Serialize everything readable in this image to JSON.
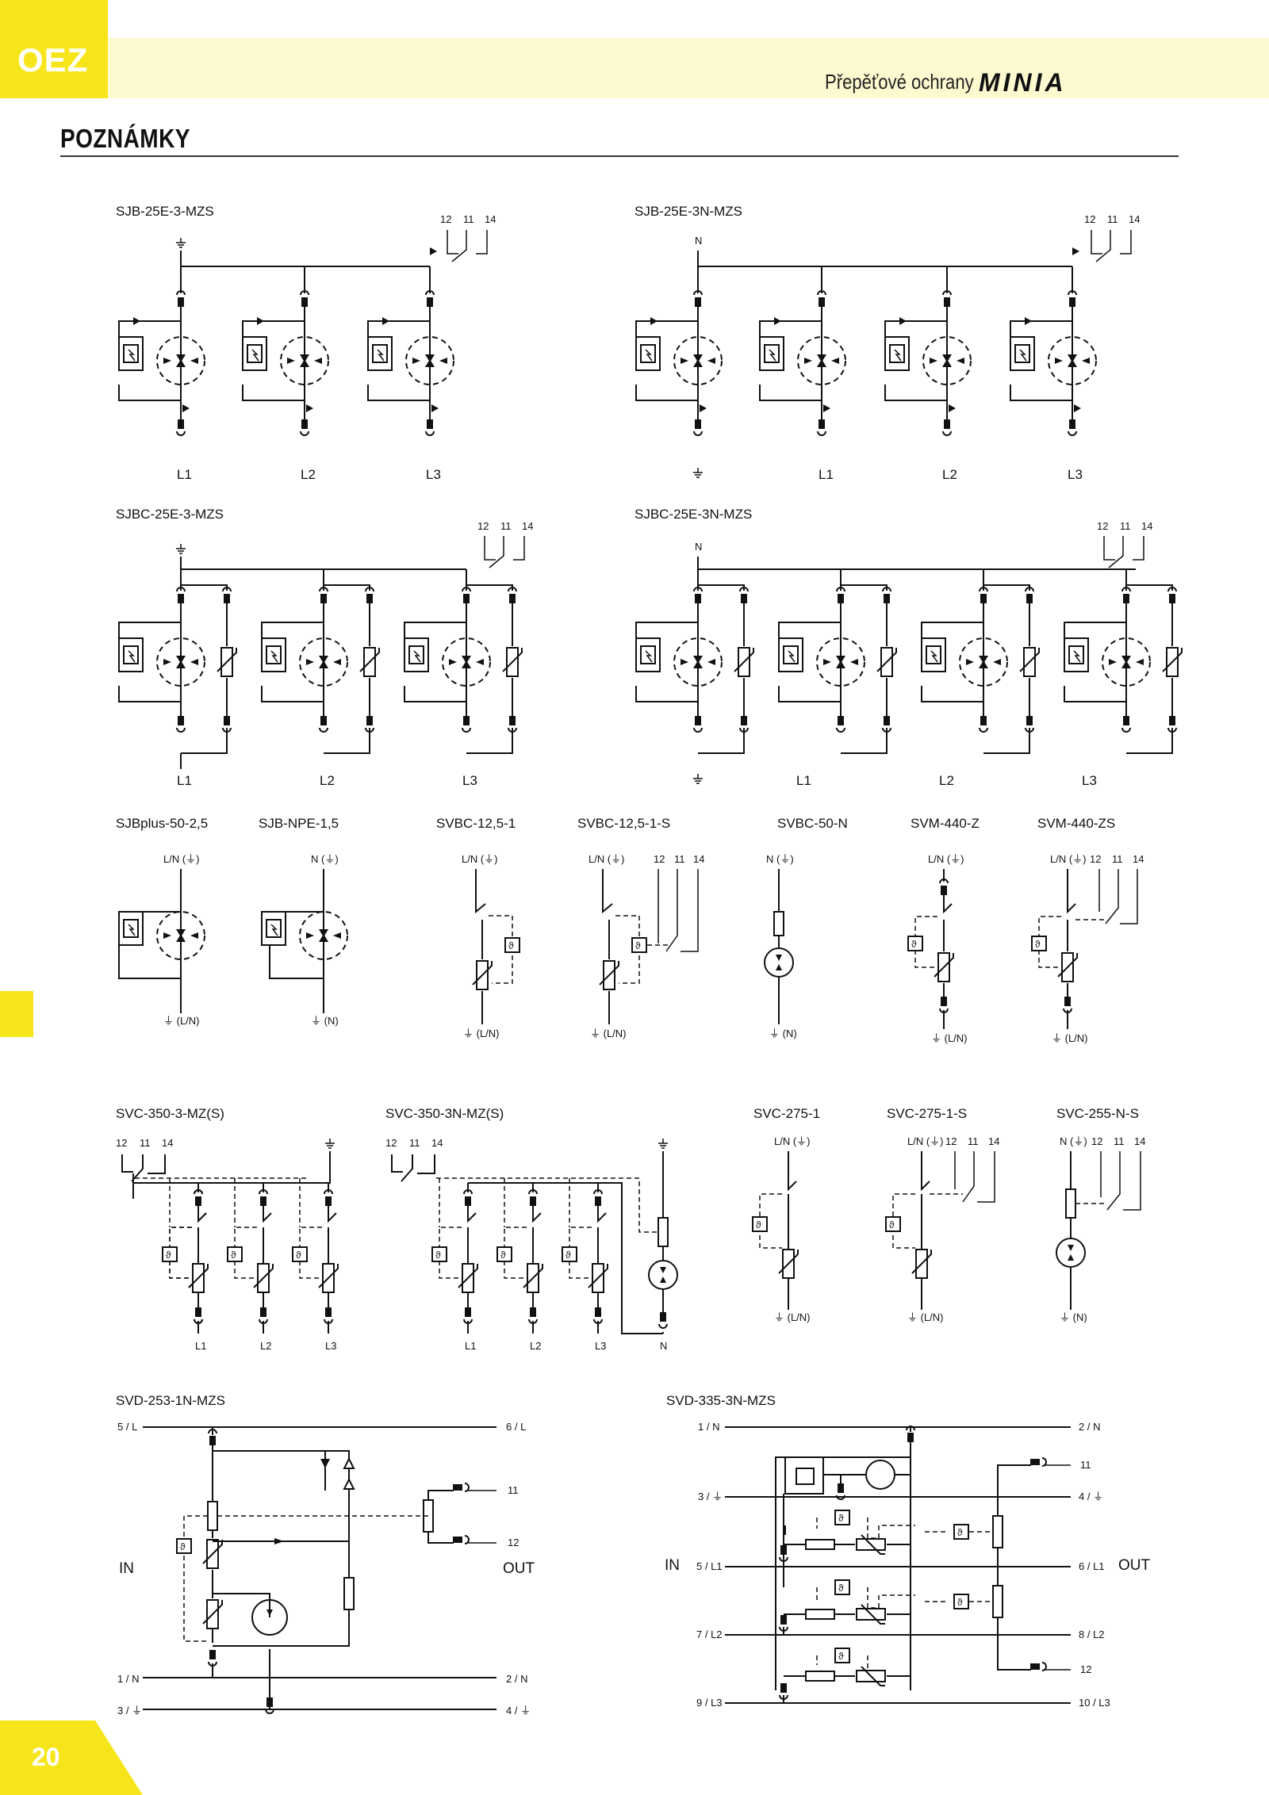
{
  "header": {
    "logo": "OEZ",
    "title": "Přepěťové ochrany",
    "brand": "MINIA",
    "accent_color": "#f7e51c"
  },
  "page": {
    "title": "POZNÁMKY",
    "number": "20"
  },
  "diagrams": {
    "sjb_25e_3": {
      "name": "SJB-25E-3-MZS",
      "contacts": [
        "12",
        "11",
        "14"
      ],
      "pe": "⏚",
      "phases": [
        "L1",
        "L2",
        "L3"
      ]
    },
    "sjb_25e_3n": {
      "name": "SJB-25E-3N-MZS",
      "contacts": [
        "12",
        "11",
        "14"
      ],
      "n": "N",
      "bottom": [
        "⏚",
        "L1",
        "L2",
        "L3"
      ]
    },
    "sjbc_25e_3": {
      "name": "SJBC-25E-3-MZS",
      "contacts": [
        "12",
        "11",
        "14"
      ],
      "pe": "⏚",
      "phases": [
        "L1",
        "L2",
        "L3"
      ]
    },
    "sjbc_25e_3n": {
      "name": "SJBC-25E-3N-MZS",
      "contacts": [
        "12",
        "11",
        "14"
      ],
      "n": "N",
      "bottom": [
        "⏚",
        "L1",
        "L2",
        "L3"
      ]
    },
    "single": [
      {
        "name": "SJBplus-50-2,5",
        "top": "L/N (⏚)",
        "bottom": "⏚ (L/N)"
      },
      {
        "name": "SJB-NPE-1,5",
        "top": "N (⏚)",
        "bottom": "⏚ (N)"
      },
      {
        "name": "SVBC-12,5-1",
        "top": "L/N (⏚)",
        "bottom": "⏚ (L/N)"
      },
      {
        "name": "SVBC-12,5-1-S",
        "top": "L/N (⏚)",
        "contacts": [
          "12",
          "11",
          "14"
        ],
        "bottom": "⏚ (L/N)"
      },
      {
        "name": "SVBC-50-N",
        "top": "N (⏚)",
        "bottom": "⏚ (N)"
      },
      {
        "name": "SVM-440-Z",
        "top": "L/N (⏚)",
        "bottom": "⏚ (L/N)"
      },
      {
        "name": "SVM-440-ZS",
        "top": "L/N (⏚)",
        "contacts": [
          "12",
          "11",
          "14"
        ],
        "bottom": "⏚ (L/N)"
      }
    ],
    "svc_350_3": {
      "name": "SVC-350-3-MZ(S)",
      "contacts": [
        "12",
        "11",
        "14"
      ],
      "pe": "⏚",
      "phases": [
        "L1",
        "L2",
        "L3"
      ]
    },
    "svc_350_3n": {
      "name": "SVC-350-3N-MZ(S)",
      "contacts": [
        "12",
        "11",
        "14"
      ],
      "pe": "⏚",
      "phases": [
        "L1",
        "L2",
        "L3",
        "N"
      ]
    },
    "svc_275_1": {
      "name": "SVC-275-1",
      "top": "L/N (⏚)",
      "bottom": "⏚ (L/N)"
    },
    "svc_275_1s": {
      "name": "SVC-275-1-S",
      "top": "L/N (⏚)",
      "contacts": [
        "12",
        "11",
        "14"
      ],
      "bottom": "⏚ (L/N)"
    },
    "svc_255_ns": {
      "name": "SVC-255-N-S",
      "top": "N (⏚)",
      "contacts": [
        "12",
        "11",
        "14"
      ],
      "bottom": "⏚ (N)"
    },
    "svd_253": {
      "name": "SVD-253-1N-MZS",
      "left": [
        "5 / L",
        "1 / N",
        "3 / ⏚"
      ],
      "right": [
        "6 / L",
        "2 / N",
        "4 / ⏚"
      ],
      "contacts": [
        "11",
        "12"
      ],
      "in": "IN",
      "out": "OUT"
    },
    "svd_335": {
      "name": "SVD-335-3N-MZS",
      "left": [
        "1 / N",
        "3 / ⏚",
        "5 / L1",
        "7 / L2",
        "9 / L3"
      ],
      "right": [
        "2 / N",
        "4 / ⏚",
        "6 / L1",
        "8 / L2",
        "10 / L3"
      ],
      "contacts": [
        "11",
        "12"
      ],
      "in": "IN",
      "out": "OUT"
    }
  }
}
